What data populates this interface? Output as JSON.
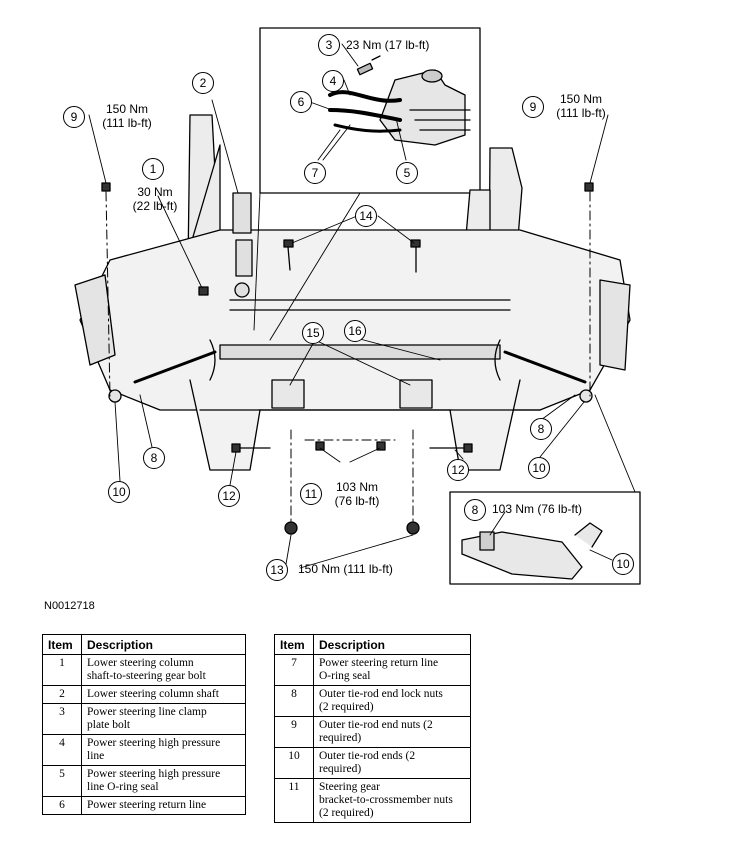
{
  "figure": {
    "id": "N0012718",
    "callouts": {
      "c1": "1",
      "c2": "2",
      "c3": "3",
      "c4": "4",
      "c5": "5",
      "c6": "6",
      "c7": "7",
      "c8a": "8",
      "c8b": "8",
      "c8c": "8",
      "c9a": "9",
      "c9b": "9",
      "c10a": "10",
      "c10b": "10",
      "c10c": "10",
      "c11": "11",
      "c12a": "12",
      "c12b": "12",
      "c13": "13",
      "c14": "14",
      "c15": "15",
      "c16": "16"
    },
    "torques": {
      "t3": "23 Nm (17 lb-ft)",
      "t9_left_1": "150 Nm",
      "t9_left_2": "(111 lb-ft)",
      "t9_right_1": "150 Nm",
      "t9_right_2": "(111 lb-ft)",
      "t1_1": "30 Nm",
      "t1_2": "(22 lb-ft)",
      "t11_1": "103 Nm",
      "t11_2": "(76 lb-ft)",
      "t13": "150 Nm (111 lb-ft)",
      "t8": "103 Nm (76 lb-ft)"
    }
  },
  "table_headers": {
    "item": "Item",
    "description": "Description"
  },
  "legend_left": [
    {
      "item": "1",
      "desc": "Lower steering column\nshaft-to-steering gear bolt"
    },
    {
      "item": "2",
      "desc": "Lower steering column shaft"
    },
    {
      "item": "3",
      "desc": "Power steering line clamp\nplate bolt"
    },
    {
      "item": "4",
      "desc": "Power steering high pressure\nline"
    },
    {
      "item": "5",
      "desc": "Power steering high pressure\nline O-ring seal"
    },
    {
      "item": "6",
      "desc": "Power steering return line"
    }
  ],
  "legend_right": [
    {
      "item": "7",
      "desc": "Power steering return line\nO-ring seal"
    },
    {
      "item": "8",
      "desc": "Outer tie-rod end lock nuts\n(2 required)"
    },
    {
      "item": "9",
      "desc": "Outer tie-rod end nuts (2\nrequired)"
    },
    {
      "item": "10",
      "desc": "Outer tie-rod ends (2\nrequired)"
    },
    {
      "item": "11",
      "desc": "Steering gear\nbracket-to-crossmember nuts\n(2 required)"
    }
  ]
}
